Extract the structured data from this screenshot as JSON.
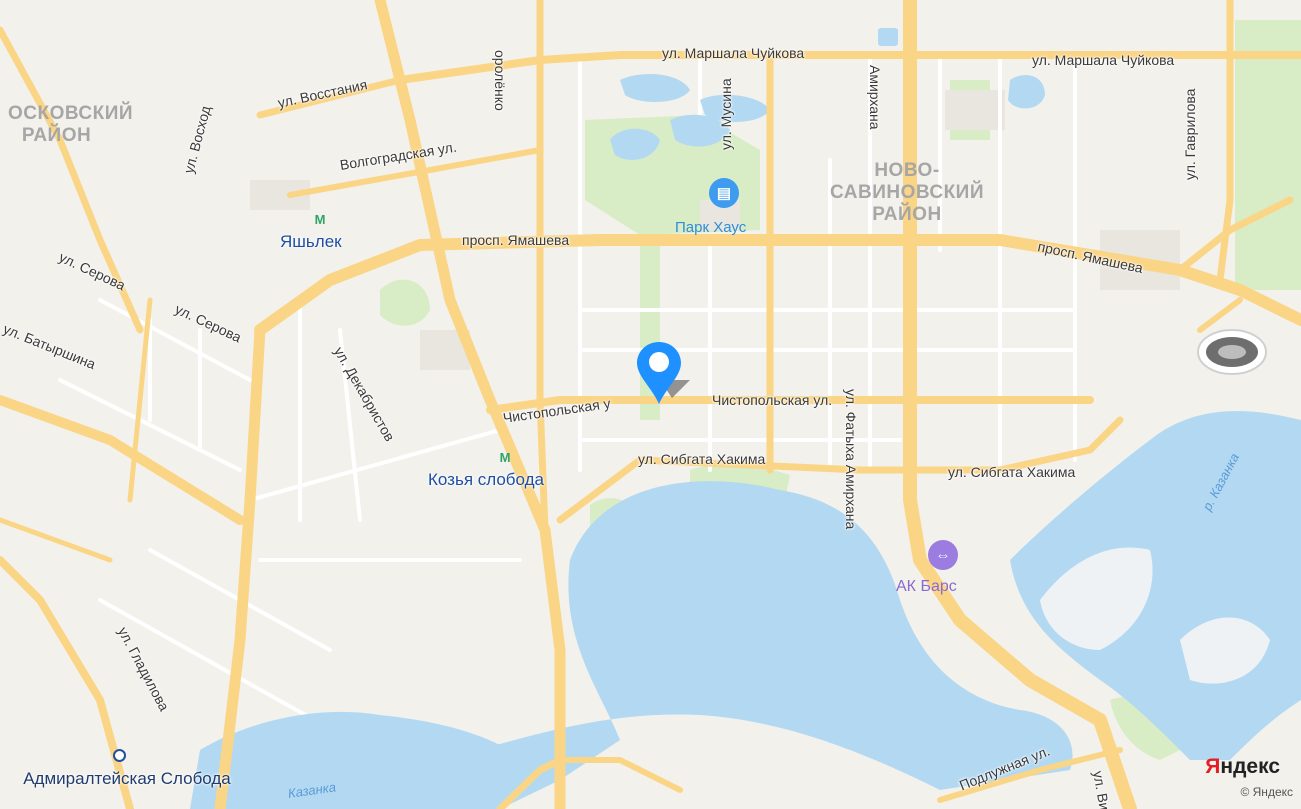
{
  "map": {
    "districts": [
      {
        "id": "moskovsky",
        "lines": [
          "ОСКОВСКИЙ",
          "РАЙОН"
        ]
      },
      {
        "id": "novo-savinovsky",
        "lines": [
          "НОВО-",
          "САВИНОВСКИЙ",
          "РАЙОН"
        ]
      }
    ],
    "streets": {
      "chuikova_1": "ул. Маршала Чуйкова",
      "chuikova_2": "ул. Маршала Чуйкова",
      "vosstaniya": "ул. Восстания",
      "voskhod": "ул. Восход",
      "volgogradskaya": "Волгоградская ул.",
      "serova_1": "ул. Серова",
      "serova_2": "ул. Серова",
      "batyrshina": "ул. Батыршина",
      "dekabristov": "ул. Декабристов",
      "yamasheva_1": "просп. Ямашева",
      "yamasheva_2": "просп. Ямашева",
      "musina": "ул. Мусина",
      "amirkhana_top": "Амирхана",
      "orlenko": "оролёнко",
      "gavrilova": "ул. Гаврилова",
      "fatykha_amirkhana": "ул. Фатыха Амирхана",
      "chistopolskaya_1": "Чистопольская у",
      "chistopolskaya_2": "Чистопольская ул.",
      "sibgata_1": "ул. Сибгата Хакима",
      "sibgata_2": "ул. Сибгата Хакима",
      "gladilova": "ул. Гладилова",
      "podluzhnaya": "Подлужная ул.",
      "vi": "ул. Ви"
    },
    "water": {
      "kazanka_river": "р. Казанка",
      "kazanka_lake": "Казанка"
    },
    "metro_stations": [
      {
        "id": "yashlek",
        "name": "Яшьлек"
      },
      {
        "id": "kozya-sloboda",
        "name": "Козья слобода"
      },
      {
        "id": "admiralteyskaya",
        "name": "Адмиралтейская Слобода"
      }
    ],
    "pois": [
      {
        "id": "park-house",
        "name": "Парк Хаус",
        "icon": "shopping-bag-icon",
        "color": "#3d9bf0"
      },
      {
        "id": "ak-bars",
        "name": "АК Барс",
        "icon": "dumbbell-icon",
        "color": "#9b7ce0"
      }
    ],
    "colors": {
      "land": "#f3f1ec",
      "water": "#b3d9f2",
      "park": "#d8ecc6",
      "road_major": "#fbd586",
      "road_minor": "#ffffff",
      "marker": "#1e90ff"
    }
  },
  "brand": {
    "logo_first": "Я",
    "logo_rest": "ндекс",
    "copyright": "© Яндекс"
  }
}
